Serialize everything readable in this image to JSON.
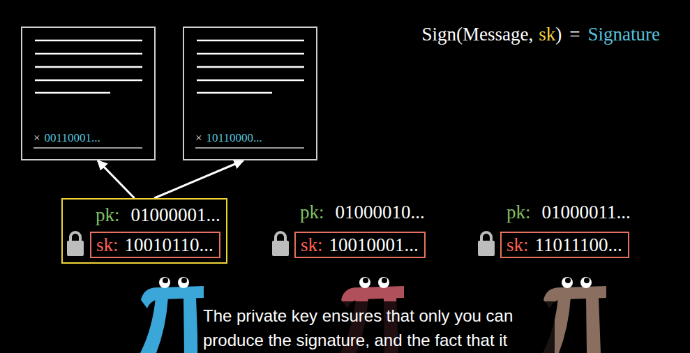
{
  "diagram": {
    "caption": "The private key ensures that only you can produce the signature, and the fact that it",
    "nodes": [
      {
        "text": [
          "×",
          "00110001..."
        ]
      },
      {
        "text": [
          "×",
          "10110000..."
        ]
      },
      {
        "text": [
          "pk:",
          "01000001..."
        ]
      },
      {
        "text": [
          "sk:",
          "10010110..."
        ],
        "in": 2
      },
      {
        "text": [
          "sk:",
          "10010001..."
        ]
      },
      {
        "text": [
          "sk:",
          "11011100..."
        ]
      }
    ],
    "edges": [
      {
        "from": 2,
        "to": 0,
        "arrow": "to"
      },
      {
        "from": 2,
        "to": 1,
        "arrow": "to"
      }
    ],
    "labels": [
      "Sign(Message,",
      "sk",
      ")",
      "=",
      "Signature",
      "pk:",
      "01000010...",
      "pk:",
      "01000011..."
    ]
  }
}
